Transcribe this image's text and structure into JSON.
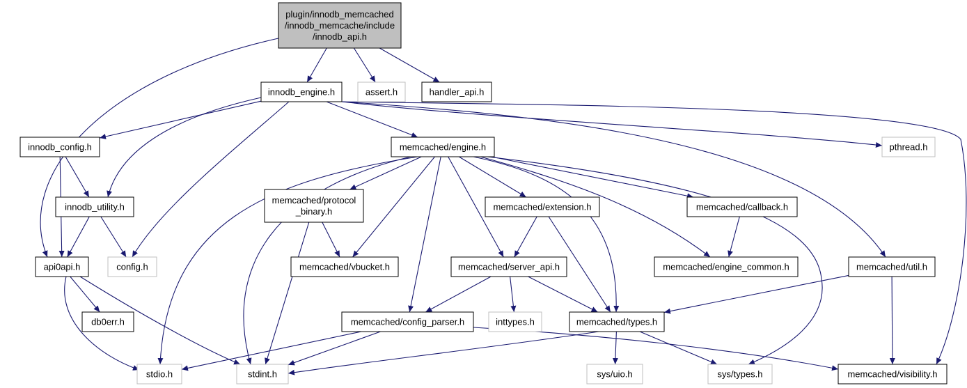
{
  "colors": {
    "edge": "#191970",
    "root_fill": "#bfbfbf",
    "node_fill": "#ffffff",
    "node_stroke": "#000000",
    "external_stroke": "#bfbfbf",
    "external_text": "#7f7f7f"
  },
  "nodes": {
    "root": {
      "lines": [
        "plugin/innodb_memcached",
        "/innodb_memcache/include",
        "/innodb_api.h"
      ],
      "type": "root"
    },
    "innodb_engine": {
      "lines": [
        "innodb_engine.h"
      ],
      "type": "file"
    },
    "assert": {
      "lines": [
        "assert.h"
      ],
      "type": "external"
    },
    "handler_api": {
      "lines": [
        "handler_api.h"
      ],
      "type": "file"
    },
    "innodb_config": {
      "lines": [
        "innodb_config.h"
      ],
      "type": "file"
    },
    "mc_engine": {
      "lines": [
        "memcached/engine.h"
      ],
      "type": "file"
    },
    "pthread": {
      "lines": [
        "pthread.h"
      ],
      "type": "external"
    },
    "innodb_utility": {
      "lines": [
        "innodb_utility.h"
      ],
      "type": "file"
    },
    "mc_protocol": {
      "lines": [
        "memcached/protocol",
        "_binary.h"
      ],
      "type": "file"
    },
    "mc_extension": {
      "lines": [
        "memcached/extension.h"
      ],
      "type": "file"
    },
    "mc_callback": {
      "lines": [
        "memcached/callback.h"
      ],
      "type": "file"
    },
    "api0api": {
      "lines": [
        "api0api.h"
      ],
      "type": "file"
    },
    "config": {
      "lines": [
        "config.h"
      ],
      "type": "external"
    },
    "mc_vbucket": {
      "lines": [
        "memcached/vbucket.h"
      ],
      "type": "file"
    },
    "mc_server_api": {
      "lines": [
        "memcached/server_api.h"
      ],
      "type": "file"
    },
    "mc_engine_common": {
      "lines": [
        "memcached/engine_common.h"
      ],
      "type": "file"
    },
    "mc_util": {
      "lines": [
        "memcached/util.h"
      ],
      "type": "file"
    },
    "db0err": {
      "lines": [
        "db0err.h"
      ],
      "type": "file"
    },
    "mc_config_parser": {
      "lines": [
        "memcached/config_parser.h"
      ],
      "type": "file"
    },
    "inttypes": {
      "lines": [
        "inttypes.h"
      ],
      "type": "external"
    },
    "mc_types": {
      "lines": [
        "memcached/types.h"
      ],
      "type": "file"
    },
    "stdio": {
      "lines": [
        "stdio.h"
      ],
      "type": "external"
    },
    "stdint": {
      "lines": [
        "stdint.h"
      ],
      "type": "external"
    },
    "sys_uio": {
      "lines": [
        "sys/uio.h"
      ],
      "type": "external"
    },
    "sys_types": {
      "lines": [
        "sys/types.h"
      ],
      "type": "external"
    },
    "mc_visibility": {
      "lines": [
        "memcached/visibility.h"
      ],
      "type": "file"
    }
  },
  "edges": [
    [
      "root",
      "innodb_engine"
    ],
    [
      "root",
      "assert"
    ],
    [
      "root",
      "handler_api"
    ],
    [
      "root",
      "api0api"
    ],
    [
      "innodb_engine",
      "innodb_config"
    ],
    [
      "innodb_engine",
      "mc_engine"
    ],
    [
      "innodb_engine",
      "pthread"
    ],
    [
      "innodb_engine",
      "innodb_utility"
    ],
    [
      "innodb_engine",
      "config"
    ],
    [
      "innodb_engine",
      "mc_util"
    ],
    [
      "innodb_engine",
      "mc_visibility"
    ],
    [
      "innodb_config",
      "innodb_utility"
    ],
    [
      "innodb_config",
      "api0api"
    ],
    [
      "innodb_utility",
      "api0api"
    ],
    [
      "innodb_utility",
      "config"
    ],
    [
      "mc_engine",
      "mc_protocol"
    ],
    [
      "mc_engine",
      "mc_extension"
    ],
    [
      "mc_engine",
      "mc_callback"
    ],
    [
      "mc_engine",
      "mc_vbucket"
    ],
    [
      "mc_engine",
      "mc_server_api"
    ],
    [
      "mc_engine",
      "mc_engine_common"
    ],
    [
      "mc_engine",
      "mc_config_parser"
    ],
    [
      "mc_engine",
      "mc_types"
    ],
    [
      "mc_engine",
      "stdio"
    ],
    [
      "mc_engine",
      "stdint"
    ],
    [
      "mc_engine",
      "sys_types"
    ],
    [
      "mc_protocol",
      "mc_vbucket"
    ],
    [
      "mc_protocol",
      "stdint"
    ],
    [
      "mc_extension",
      "mc_server_api"
    ],
    [
      "mc_extension",
      "mc_types"
    ],
    [
      "mc_callback",
      "mc_engine_common"
    ],
    [
      "mc_server_api",
      "mc_config_parser"
    ],
    [
      "mc_server_api",
      "inttypes"
    ],
    [
      "mc_server_api",
      "mc_types"
    ],
    [
      "mc_util",
      "mc_types"
    ],
    [
      "mc_util",
      "mc_visibility"
    ],
    [
      "api0api",
      "db0err"
    ],
    [
      "api0api",
      "stdio"
    ],
    [
      "api0api",
      "stdint"
    ],
    [
      "mc_config_parser",
      "stdio"
    ],
    [
      "mc_config_parser",
      "stdint"
    ],
    [
      "mc_config_parser",
      "mc_visibility"
    ],
    [
      "mc_types",
      "stdint"
    ],
    [
      "mc_types",
      "sys_uio"
    ],
    [
      "mc_types",
      "sys_types"
    ]
  ]
}
